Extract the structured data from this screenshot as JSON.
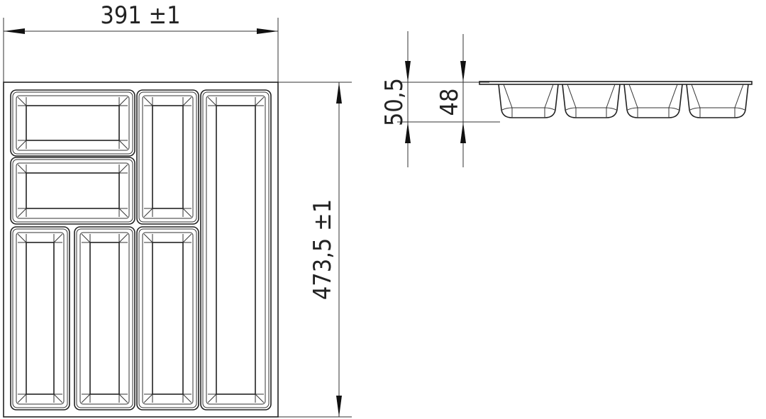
{
  "drawing": {
    "dimensions": {
      "width": "391 ±1",
      "depth": "473,5 ±1",
      "total_height": "50,5",
      "inner_height": "48"
    },
    "top_view_compartments": 7,
    "side_view_pockets": 4,
    "line_color": "#222222"
  }
}
